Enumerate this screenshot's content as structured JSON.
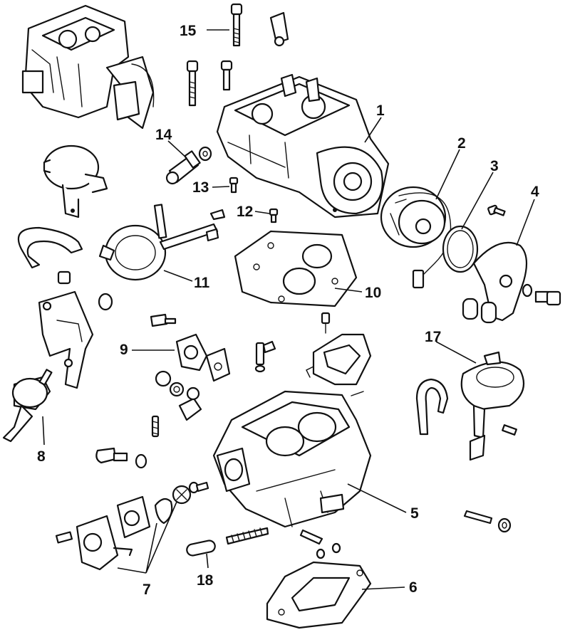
{
  "callouts": [
    {
      "id": "1",
      "label": "1"
    },
    {
      "id": "2",
      "label": "2"
    },
    {
      "id": "3",
      "label": "3"
    },
    {
      "id": "4",
      "label": "4"
    },
    {
      "id": "5",
      "label": "5"
    },
    {
      "id": "6",
      "label": "6"
    },
    {
      "id": "7",
      "label": "7"
    },
    {
      "id": "8",
      "label": "8"
    },
    {
      "id": "9",
      "label": "9"
    },
    {
      "id": "10",
      "label": "10"
    },
    {
      "id": "11",
      "label": "11"
    },
    {
      "id": "12",
      "label": "12"
    },
    {
      "id": "13",
      "label": "13"
    },
    {
      "id": "14",
      "label": "14"
    },
    {
      "id": "15",
      "label": "15"
    },
    {
      "id": "17",
      "label": "17"
    },
    {
      "id": "18",
      "label": "18"
    }
  ]
}
